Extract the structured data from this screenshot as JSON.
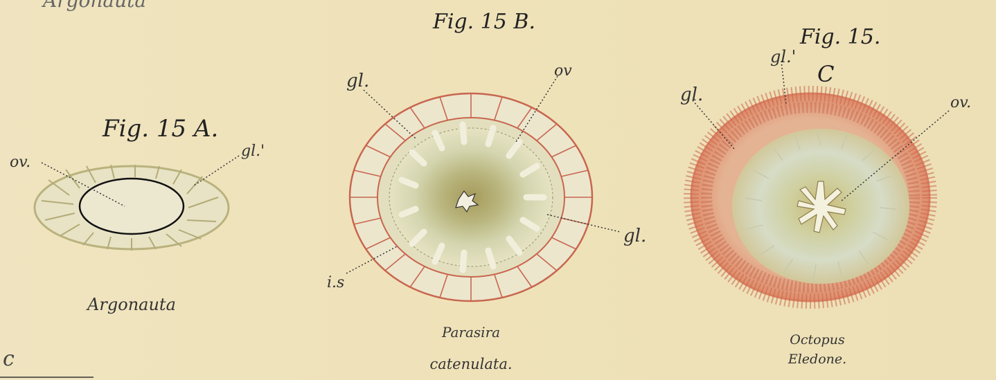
{
  "headings": {
    "top_left": "Argonauta",
    "fig_a": "Fig. 15 A.",
    "fig_b": "Fig. 15 B.",
    "fig_c_top": "Fig. 15.",
    "fig_c_letter": "C"
  },
  "labels": {
    "a_ov": "ov.",
    "a_gl": "gl.'",
    "b_gl": "gl.",
    "b_ov": "ov",
    "b_gl_right": "gl.",
    "b_is": "i.s",
    "c_gl": "gl.",
    "c_gl_prime": "gl.'",
    "c_ov": "ov."
  },
  "captions": {
    "argonauta": "Argonauta",
    "parasira_1": "Parasira",
    "parasira_2": "catenulata.",
    "octopus_1": "Octopus",
    "octopus_2": "Eledone."
  },
  "colors": {
    "paper": "#eee2bb",
    "red_gland": "#c8664e",
    "green_core": "#b4b986"
  }
}
